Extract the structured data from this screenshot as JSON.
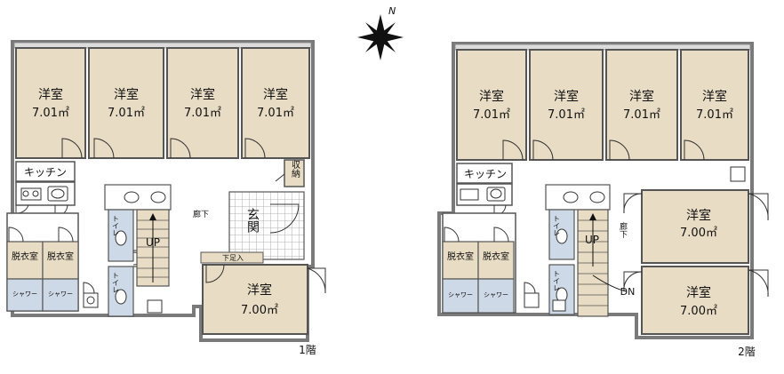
{
  "north_label": "N",
  "floor1": {
    "floor_label": "1階",
    "rooms": [
      {
        "name": "洋室",
        "area": "7.01㎡"
      },
      {
        "name": "洋室",
        "area": "7.01㎡"
      },
      {
        "name": "洋室",
        "area": "7.01㎡"
      },
      {
        "name": "洋室",
        "area": "7.01㎡"
      }
    ],
    "big_room": {
      "name": "洋室",
      "area": "7.00㎡"
    },
    "kitchen": "キッチン",
    "storage": "収納",
    "corridor": "廊下",
    "entrance": "玄関",
    "shoe_box": "下足入",
    "stairs": "UP",
    "toilet": "トイレ",
    "dressing": "脱衣室",
    "shower": "シャワー"
  },
  "floor2": {
    "floor_label": "2階",
    "rooms": [
      {
        "name": "洋室",
        "area": "7.01㎡"
      },
      {
        "name": "洋室",
        "area": "7.01㎡"
      },
      {
        "name": "洋室",
        "area": "7.01㎡"
      },
      {
        "name": "洋室",
        "area": "7.01㎡"
      }
    ],
    "right_rooms": [
      {
        "name": "洋室",
        "area": "7.00㎡"
      },
      {
        "name": "洋室",
        "area": "7.00㎡"
      }
    ],
    "kitchen": "キッチン",
    "corridor": "廊下",
    "stairs_up": "UP",
    "stairs_down": "DN",
    "toilet": "トイレ",
    "dressing": "脱衣室",
    "shower": "シャワー"
  }
}
